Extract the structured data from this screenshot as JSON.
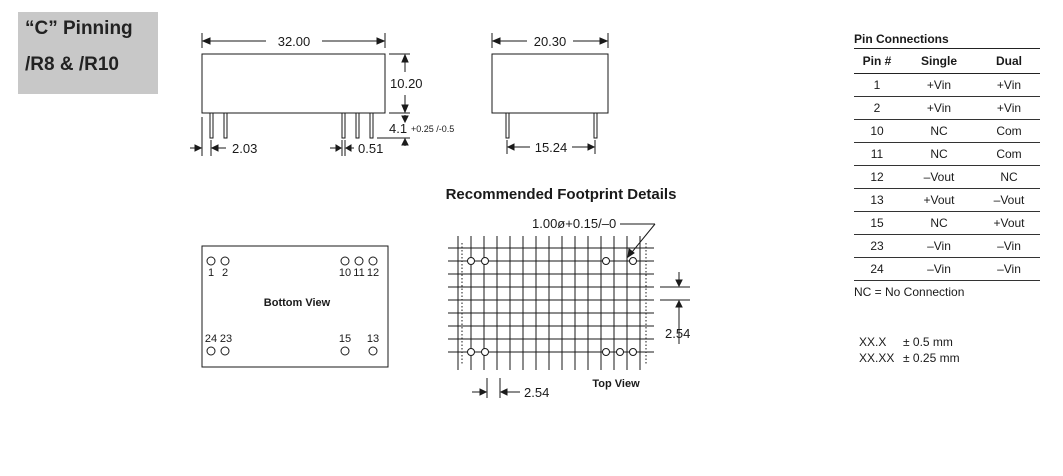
{
  "badge": {
    "line1": "“C” Pinning",
    "line2": "/R8 & /R10"
  },
  "side_view": {
    "length": "32.00",
    "height": "10.20",
    "pin_length": "4.1",
    "pin_length_tol": "+0.25 /-0.5",
    "pin_offset": "2.03",
    "pin_width": "0.51"
  },
  "end_view": {
    "width": "20.30",
    "pin_spacing": "15.24"
  },
  "bottom_view": {
    "label": "Bottom View",
    "pins_top": [
      "1",
      "2",
      "10",
      "11",
      "12"
    ],
    "pins_bottom": [
      "24",
      "23",
      "15",
      "13"
    ]
  },
  "footprint": {
    "title": "Recommended Footprint Details",
    "hole": "1.00ø+0.15/–0",
    "pitch_v": "2.54",
    "pitch_h": "2.54",
    "label": "Top View"
  },
  "pin_table": {
    "title": "Pin Connections",
    "headers": [
      "Pin #",
      "Single",
      "Dual"
    ],
    "rows": [
      [
        "1",
        "+Vin",
        "+Vin"
      ],
      [
        "2",
        "+Vin",
        "+Vin"
      ],
      [
        "10",
        "NC",
        "Com"
      ],
      [
        "11",
        "NC",
        "Com"
      ],
      [
        "12",
        "–Vout",
        "NC"
      ],
      [
        "13",
        "+Vout",
        "–Vout"
      ],
      [
        "15",
        "NC",
        "+Vout"
      ],
      [
        "23",
        "–Vin",
        "–Vin"
      ],
      [
        "24",
        "–Vin",
        "–Vin"
      ]
    ],
    "note": "NC = No Connection"
  },
  "tolerances": [
    {
      "format": "XX.X",
      "value": "± 0.5 mm"
    },
    {
      "format": "XX.XX",
      "value": "± 0.25 mm"
    }
  ]
}
